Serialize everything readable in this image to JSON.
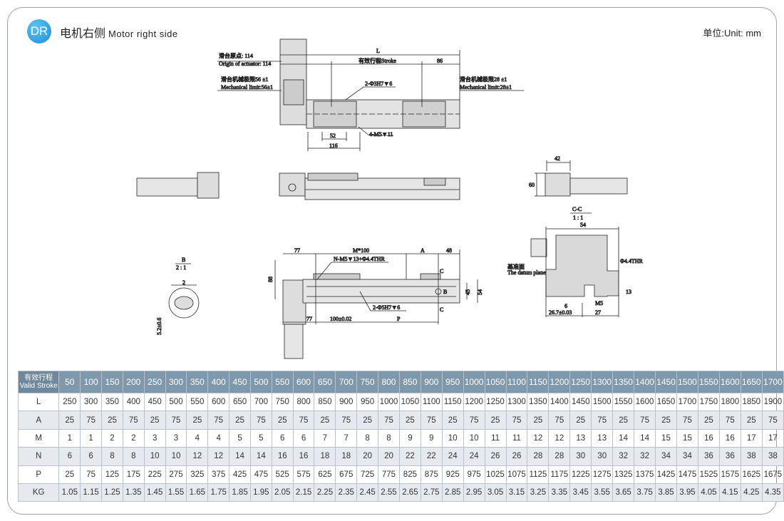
{
  "header": {
    "badge": "DR",
    "title_cn": "电机右侧",
    "title_en": "Motor right side",
    "unit": "单位:Unit: mm"
  },
  "drawing": {
    "top_view": {
      "L": "L",
      "origin_cn": "滑台原点: 114",
      "origin_en": "Origin of actuator: 114",
      "stroke": "有效行程Stroke",
      "d86": "86",
      "mech_left_cn": "滑台机械极限56 ±1",
      "mech_left_en": "Mechanical limit:56±1",
      "mech_right_cn": "滑台机械极限28 ±1",
      "mech_right_en": "Mechanical limit:28±1",
      "pin": "2-Φ3H7▼6",
      "screw": "4-M5▼11",
      "d52": "52",
      "d116": "116"
    },
    "end_view": {
      "d42": "42",
      "d60": "60"
    },
    "section": {
      "title": "C-C",
      "scale": "1 : 1",
      "d54": "54",
      "hole": "Φ4.4THR",
      "datum_cn": "基准面",
      "datum_en": "The datum plane",
      "d13": "13",
      "m5": "M5",
      "d6": "6",
      "d267": "26.7±0.03",
      "d27": "27"
    },
    "detail_b": {
      "title": "B",
      "scale": "2 : 1",
      "d2": "2",
      "d56": "5.2±0.6"
    },
    "front_view": {
      "d77a": "77",
      "m100": "M*100",
      "A": "A",
      "d48": "48",
      "nm5": "N-M5▼13+Φ4.4THR",
      "d88": "88",
      "d45": "45",
      "d54": "54",
      "pin": "2-Φ5H7▼6",
      "d77b": "77",
      "d100": "100±0.02",
      "P": "P",
      "C": "C",
      "B": "B"
    }
  },
  "table": {
    "header_cn": "有效行程",
    "header_en": "Valid Stroke",
    "strokes": [
      "50",
      "100",
      "150",
      "200",
      "250",
      "300",
      "350",
      "400",
      "450",
      "500",
      "550",
      "600",
      "650",
      "700",
      "750",
      "800",
      "850",
      "900",
      "950",
      "1000",
      "1050",
      "1100",
      "1150",
      "1200",
      "1250",
      "1300",
      "1350",
      "1400",
      "1450",
      "1500",
      "1550",
      "1600",
      "1650",
      "1700"
    ],
    "rows": [
      {
        "label": "L",
        "values": [
          "250",
          "300",
          "350",
          "400",
          "450",
          "500",
          "550",
          "600",
          "650",
          "700",
          "750",
          "800",
          "850",
          "900",
          "950",
          "1000",
          "1050",
          "1100",
          "1150",
          "1200",
          "1250",
          "1300",
          "1350",
          "1400",
          "1450",
          "1500",
          "1550",
          "1600",
          "1650",
          "1700",
          "1750",
          "1800",
          "1850",
          "1900"
        ]
      },
      {
        "label": "A",
        "values": [
          "25",
          "75",
          "25",
          "75",
          "25",
          "75",
          "25",
          "75",
          "25",
          "75",
          "25",
          "75",
          "25",
          "75",
          "25",
          "75",
          "25",
          "75",
          "25",
          "75",
          "25",
          "75",
          "25",
          "75",
          "25",
          "75",
          "25",
          "75",
          "25",
          "75",
          "25",
          "75",
          "25",
          "75"
        ]
      },
      {
        "label": "M",
        "values": [
          "1",
          "1",
          "2",
          "2",
          "3",
          "3",
          "4",
          "4",
          "5",
          "5",
          "6",
          "6",
          "7",
          "7",
          "8",
          "8",
          "9",
          "9",
          "10",
          "10",
          "11",
          "11",
          "12",
          "12",
          "13",
          "13",
          "14",
          "14",
          "15",
          "15",
          "16",
          "16",
          "17",
          "17"
        ]
      },
      {
        "label": "N",
        "values": [
          "6",
          "6",
          "8",
          "8",
          "10",
          "10",
          "12",
          "12",
          "14",
          "14",
          "16",
          "16",
          "18",
          "18",
          "20",
          "20",
          "22",
          "22",
          "24",
          "24",
          "26",
          "26",
          "28",
          "28",
          "30",
          "30",
          "32",
          "32",
          "34",
          "34",
          "36",
          "36",
          "38",
          "38"
        ]
      },
      {
        "label": "P",
        "values": [
          "25",
          "75",
          "125",
          "175",
          "225",
          "275",
          "325",
          "375",
          "425",
          "475",
          "525",
          "575",
          "625",
          "675",
          "725",
          "775",
          "825",
          "875",
          "925",
          "975",
          "1025",
          "1075",
          "1125",
          "1175",
          "1225",
          "1275",
          "1325",
          "1375",
          "1425",
          "1475",
          "1525",
          "1575",
          "1625",
          "1675"
        ]
      },
      {
        "label": "KG",
        "values": [
          "1.05",
          "1.15",
          "1.25",
          "1.35",
          "1.45",
          "1.55",
          "1.65",
          "1.75",
          "1.85",
          "1.95",
          "2.05",
          "2.15",
          "2.25",
          "2.35",
          "2.45",
          "2.55",
          "2.65",
          "2.75",
          "2.85",
          "2.95",
          "3.05",
          "3.15",
          "3.25",
          "3.35",
          "3.45",
          "3.55",
          "3.65",
          "3.75",
          "3.85",
          "3.95",
          "4.05",
          "4.15",
          "4.25",
          "4.35"
        ]
      }
    ]
  }
}
